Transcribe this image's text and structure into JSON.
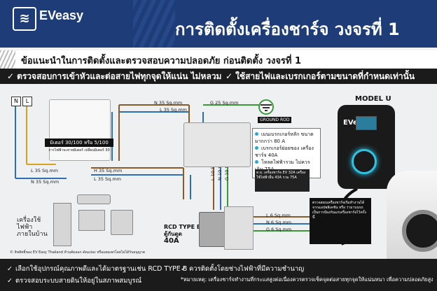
{
  "header": {
    "logo_mark": "≋",
    "logo_text": "EVeasy",
    "title": "การติดตั้งเครื่องชาร์จ วงจรที่ 1"
  },
  "subhead": {
    "text": "ข้อแนะนำในการติดตั้งและตรวจสอบความปลอดภัย ก่อนติดตั้ง วงจรที่ 1"
  },
  "notes": [
    {
      "check": "✓",
      "text": "ตรวจสอบการเข้าหัวและต่อสายไฟทุกจุดให้แน่น ไม่หลวม"
    },
    {
      "check": "✓",
      "text": "ใช้สายไฟและเบรกเกอร์ตามขนาดที่กำหนดเท่านั้น"
    }
  ],
  "diagram": {
    "n_box": "N",
    "l_box": "L",
    "meter_label": "มิเตอร์ 30/100 หรือ 5/100",
    "meter_sub": "การไฟฟ้าจะหายมิเตอร์ เปลี่ยนมิเตอร์ 30",
    "wire_labels": {
      "l35_left": "L 35 Sq.mm",
      "n35_left": "N 35 Sq.mm",
      "n35_top": "N 35 Sq.mm",
      "l35_top": "L 35 Sq.mm",
      "h35_mid": "H 35 Sq.mm",
      "l35_mid": "L 35 Sq.mm",
      "g25": "G 25 Sq.mm",
      "l10": "L 10 Sq.mm",
      "n10": "N 10 Sq.mm",
      "g10": "G 10 Sq.mm",
      "l6": "L 6 Sq.mm",
      "n6": "N 6 Sq.mm",
      "g6": "G 6 Sq.mm"
    },
    "ground_label": "GROUND ROD",
    "info_lines": [
      "เมนเบรกเกอร์หลัก ขนาดมากกว่า 80 A",
      "เบรกเกอร์ย่อยของ เครื่องชาร์จ 40A",
      "โหลดไฟฟ้ารวม ไม่ควรเกิน 75A"
    ],
    "info_dark": "ต.ย. เครื่องชาร์จ EV 32A เครื่องใช้ไฟฟ้าอื่น 43A รวม 75A",
    "appliances_label": "เครื่องใช้ไฟฟ้า ภายในบ้าน",
    "rcd_title": "RCD TYPE B",
    "rcd_sub": "ตู้กันดูด",
    "rcd_rating": "40A",
    "model": "MODEL U",
    "charger_brand": "EVeasy",
    "warn_text": "ตรวจสอบเครื่องชาร์จเริ่มทำงานได้ จากแอปพลิเคชัน หรือ ว่ามาบนรถ เป็นการป้องกันแก่เครื่องชาร์จไว้ครั้งนี้",
    "copyright": "© ลิขสิทธิ์ของ EV Easy Thailand ห้ามคัดลอก ดัดแปลง หรือเผยแพร่โดยไม่ได้รับอนุญาต"
  },
  "footer": {
    "left": [
      "เลือกใช้อุปกรณ์คุณภาพดีและได้มาตรฐานเช่น RCD TYPE B",
      "ตรวจสอบระบบสายดินให้อยู่ในสภาพสมบูรณ์"
    ],
    "right": [
      "ควรติดตั้งโดยช่างไฟฟ้าที่มีความชำนาญ",
      "*หมายเหตุ: เครื่องชาร์จทำงานที่กระแสสูงต่อเนื่องควรตรวจเช็คจุดต่อสายทุกจุดให้แน่นหนา เพื่อความปลอดภัยสูงสุด"
    ]
  },
  "colors": {
    "header": "#1e3d78",
    "accent": "#2ec4e6",
    "dark": "#1b1b1b"
  }
}
